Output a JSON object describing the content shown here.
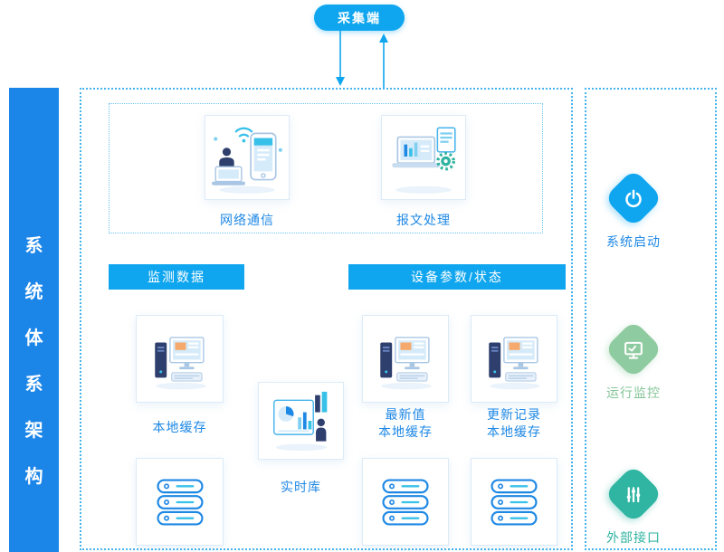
{
  "colors": {
    "sidebar_blue": "#1C86E8",
    "accent_blue": "#0FA6EF",
    "dotted_border": "#45B4EC",
    "label_blue": "#1E88E5",
    "monitor_green": "#8FCBA0",
    "interface_teal": "#2FB5A2"
  },
  "sidebar": {
    "title": "系统体系架构",
    "chars": [
      "系",
      "统",
      "体",
      "系",
      "架",
      "构"
    ]
  },
  "collector": {
    "label": "采集端"
  },
  "comm": {
    "items": [
      {
        "label": "网络通信"
      },
      {
        "label": "报文处理"
      }
    ]
  },
  "monitor": {
    "header": "监测数据",
    "cache_label": "本地缓存"
  },
  "realtime": {
    "label": "实时库"
  },
  "device": {
    "header": "设备参数/状态",
    "columns": [
      {
        "line1": "最新值",
        "line2": "本地缓存"
      },
      {
        "line1": "更新记录",
        "line2": "本地缓存"
      }
    ]
  },
  "right_panel": {
    "items": [
      {
        "label": "系统启动"
      },
      {
        "label": "运行监控"
      },
      {
        "label": "外部接口"
      }
    ]
  }
}
